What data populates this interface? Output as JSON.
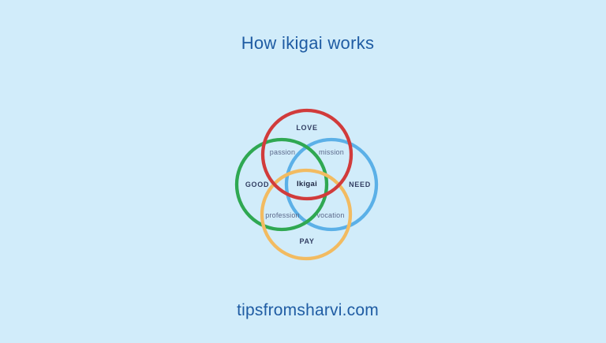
{
  "title": "How ikigai works",
  "footer_url": "tipsfromsharvi.com",
  "colors": {
    "background": "#d1ecfa",
    "heading_text": "#1f5ca3",
    "category_text": "#333f63",
    "overlap_text": "#5b688a",
    "center_text": "#1e2742",
    "love_circle": "#d13b3b",
    "good_circle": "#2fa852",
    "need_circle": "#5bb0e7",
    "pay_circle": "#f2bb61"
  },
  "diagram": {
    "type": "venn",
    "description_visible_labels_only": "Four overlapping circle outlines",
    "circle_labels": {
      "love": "LOVE",
      "good": "GOOD",
      "need": "NEED",
      "pay": "PAY"
    },
    "overlap_labels": {
      "passion": "passion",
      "mission": "mission",
      "profession": "profession",
      "vocation": "vocation"
    },
    "center_label": "Ikigai"
  }
}
